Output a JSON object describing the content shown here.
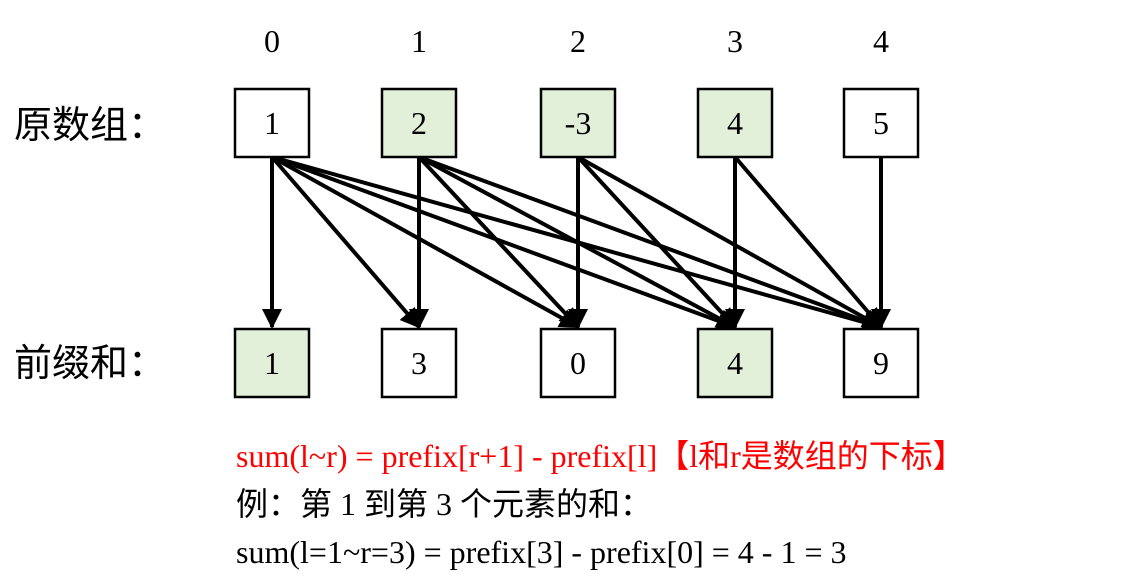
{
  "indices": [
    "0",
    "1",
    "2",
    "3",
    "4"
  ],
  "original": {
    "label": "原数组：",
    "values": [
      "1",
      "2",
      "-3",
      "4",
      "5"
    ],
    "highlighted": [
      false,
      true,
      true,
      true,
      false
    ]
  },
  "prefix": {
    "label": "前缀和：",
    "values": [
      "1",
      "3",
      "0",
      "4",
      "9"
    ],
    "highlighted": [
      true,
      false,
      false,
      true,
      false
    ]
  },
  "formula": {
    "main": "sum(l~r) = prefix[r+1] - prefix[l]【l和r是数组的下标】",
    "example_line": "例：第 1 到第 3 个元素的和：",
    "example_calc": "sum(l=1~r=3) = prefix[3] - prefix[0] = 4 - 1 = 3"
  },
  "colors": {
    "highlight_fill": "#e2efd9",
    "normal_fill": "#ffffff",
    "formula_red": "#ff0000",
    "text": "#000000"
  },
  "edges": [
    [
      0,
      0
    ],
    [
      0,
      1
    ],
    [
      0,
      2
    ],
    [
      0,
      3
    ],
    [
      0,
      4
    ],
    [
      1,
      1
    ],
    [
      1,
      2
    ],
    [
      1,
      3
    ],
    [
      1,
      4
    ],
    [
      2,
      2
    ],
    [
      2,
      3
    ],
    [
      2,
      4
    ],
    [
      3,
      3
    ],
    [
      3,
      4
    ],
    [
      4,
      4
    ]
  ]
}
